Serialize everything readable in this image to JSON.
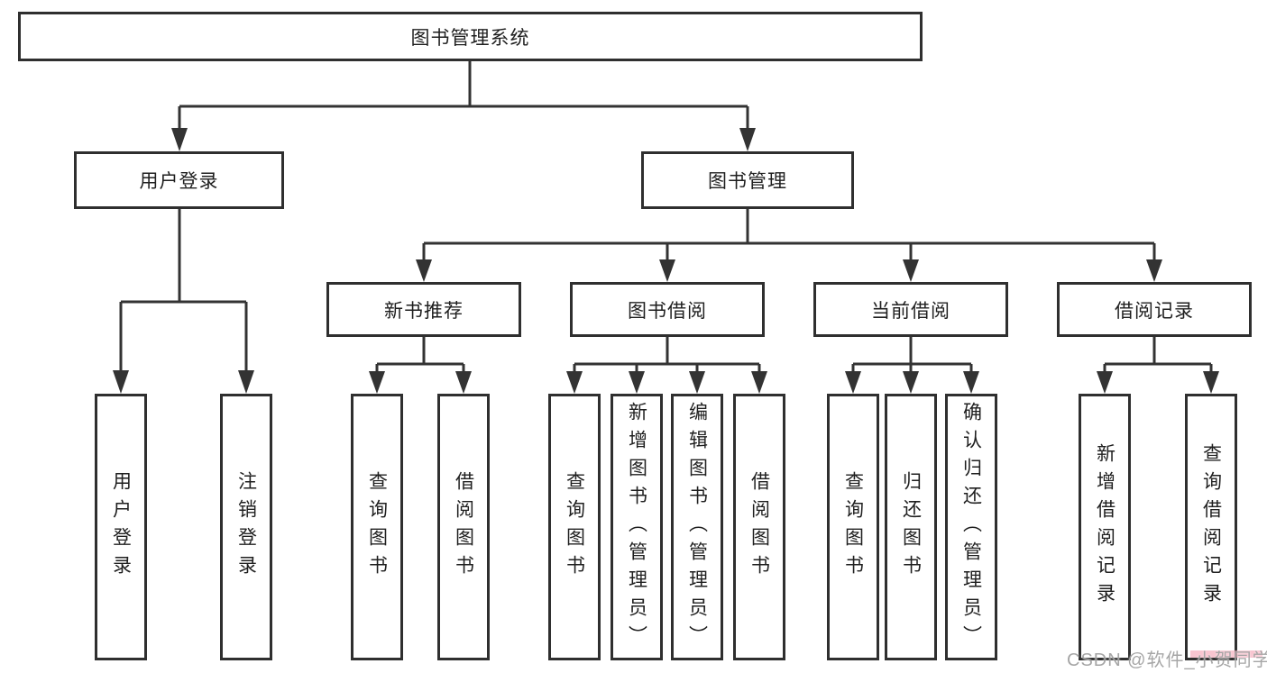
{
  "diagram": {
    "root": {
      "label": "图书管理系统",
      "children": [
        {
          "label": "用户登录",
          "children": [
            {
              "label": "用户登录"
            },
            {
              "label": "注销登录"
            }
          ]
        },
        {
          "label": "图书管理",
          "children": [
            {
              "label": "新书推荐",
              "children": [
                {
                  "label": "查询图书"
                },
                {
                  "label": "借阅图书"
                }
              ]
            },
            {
              "label": "图书借阅",
              "children": [
                {
                  "label": "查询图书"
                },
                {
                  "label": "新增图书（管理员）"
                },
                {
                  "label": "编辑图书（管理员）"
                },
                {
                  "label": "借阅图书"
                }
              ]
            },
            {
              "label": "当前借阅",
              "children": [
                {
                  "label": "查询图书"
                },
                {
                  "label": "归还图书"
                },
                {
                  "label": "确认归还（管理员）"
                }
              ]
            },
            {
              "label": "借阅记录",
              "children": [
                {
                  "label": "新增借阅记录"
                },
                {
                  "label": "查询借阅记录"
                }
              ]
            }
          ]
        }
      ]
    },
    "colors": {
      "line": "#333333",
      "box_border": "#2f2f2f",
      "text": "#1f1f1f",
      "background": "#ffffff"
    }
  },
  "watermark": {
    "text": "CSDN @软件_小贺同学",
    "color": "#9e9e9e",
    "accent_color": "#f396aa"
  }
}
